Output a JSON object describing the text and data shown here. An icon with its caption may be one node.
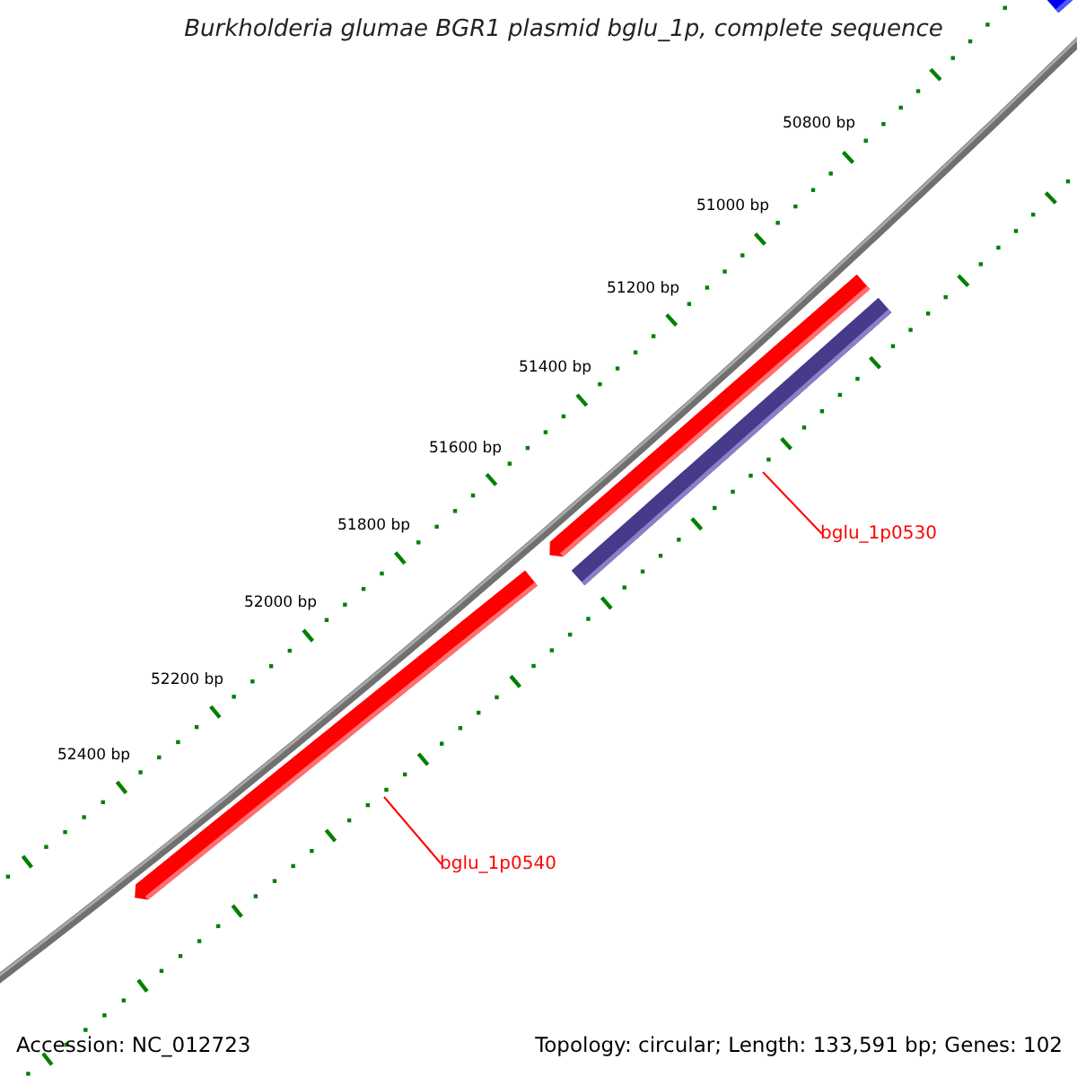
{
  "diagram": {
    "title": "Burkholderia glumae BGR1 plasmid bglu_1p, complete sequence",
    "nodes": [
      {
        "text": [],
        "shape": "bar"
      },
      {
        "text": [],
        "shape": "bar"
      },
      {
        "text": [],
        "shape": "bar"
      },
      {
        "text": [
          "bglu_1p0530"
        ]
      },
      {
        "text": [],
        "shape": "bar"
      },
      {
        "text": [
          "bglu_1p0540"
        ]
      }
    ],
    "edges": [
      {
        "from": 3,
        "to": 2,
        "arrow": "none"
      },
      {
        "from": 5,
        "to": 4,
        "arrow": "none"
      }
    ],
    "labels": [
      "50800 bp",
      "51000 bp",
      "51200 bp",
      "51400 bp",
      "51600 bp",
      "51800 bp",
      "52000 bp",
      "52200 bp",
      "52400 bp",
      "Accession: NC_012723",
      "Topology: circular; Length: 133,591 bp; Genes: 102"
    ]
  }
}
